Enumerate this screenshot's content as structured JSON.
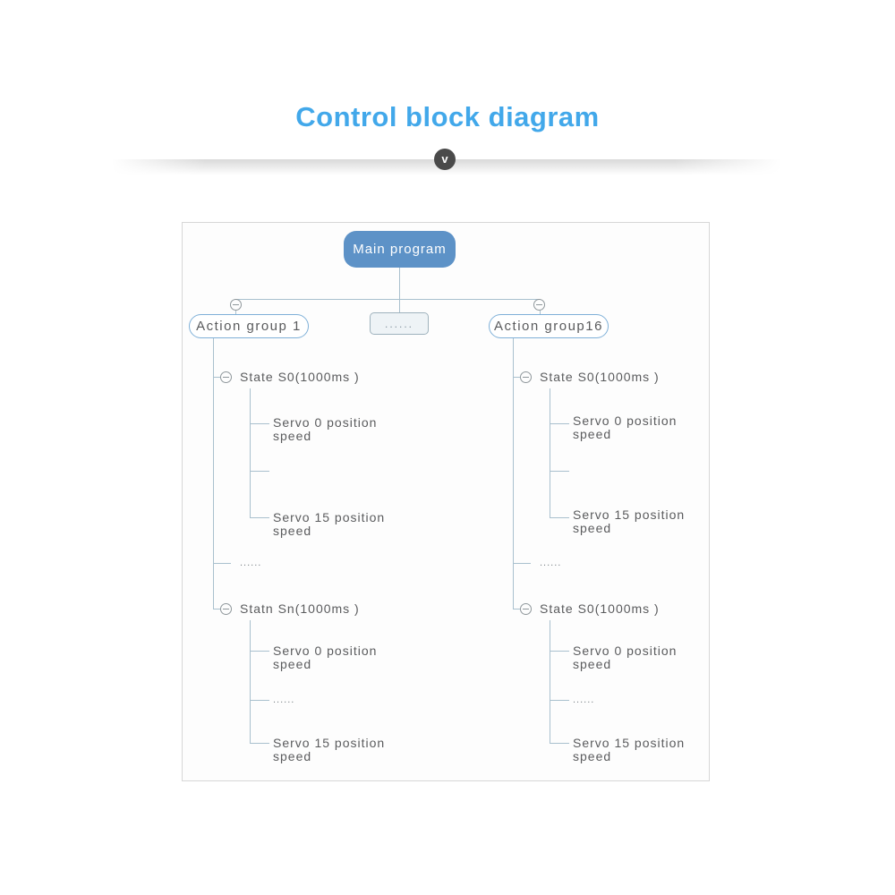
{
  "page": {
    "title": "Control block diagram",
    "divider_chevron": "v"
  },
  "colors": {
    "title_blue": "#42a8ea",
    "root_node_fill": "#5d92c7",
    "group_node_border": "#7fb0d8",
    "connector_line": "#a9c0ce",
    "text_gray": "#5a5b5d",
    "chevron_circle": "#4a4a4a"
  },
  "tree": {
    "root_label": "Main program",
    "center_node_label": "......",
    "groups": [
      {
        "label": "Action group 1",
        "between_states_ellipsis": "......",
        "states": [
          {
            "label": "State S0(1000ms )",
            "servo_first_line1": "Servo 0 position",
            "servo_first_line2": "speed",
            "middle_ellipsis": "",
            "servo_last_line1": "Servo 15 position",
            "servo_last_line2": "speed"
          },
          {
            "label": "Statn Sn(1000ms )",
            "servo_first_line1": "Servo 0 position",
            "servo_first_line2": "speed",
            "middle_ellipsis": "......",
            "servo_last_line1": "Servo 15 position",
            "servo_last_line2": "speed"
          }
        ]
      },
      {
        "label": "Action group16",
        "between_states_ellipsis": "......",
        "states": [
          {
            "label": "State S0(1000ms )",
            "servo_first_line1": "Servo 0 position",
            "servo_first_line2": "speed",
            "middle_ellipsis": "",
            "servo_last_line1": "Servo 15 position",
            "servo_last_line2": "speed"
          },
          {
            "label": "State S0(1000ms )",
            "servo_first_line1": "Servo 0 position",
            "servo_first_line2": "speed",
            "middle_ellipsis": "......",
            "servo_last_line1": "Servo 15 position",
            "servo_last_line2": "speed"
          }
        ]
      }
    ]
  }
}
